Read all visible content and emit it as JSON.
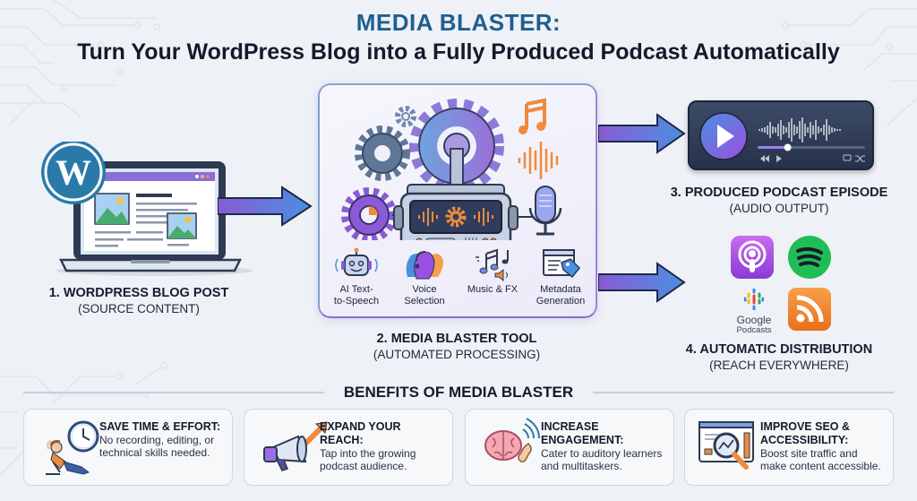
{
  "header": {
    "title": "MEDIA BLASTER:",
    "subtitle": "Turn Your WordPress Blog into a Fully Produced Podcast Automatically"
  },
  "colors": {
    "title_blue": "#1f5f8f",
    "text_dark": "#141a2c",
    "arrow_start": "#8a5bd6",
    "arrow_end": "#4a8fe0",
    "wordpress_blue": "#2a7aa8",
    "accent_orange": "#f08a3c",
    "spotify_green": "#1fbe55",
    "apple_podcasts_purple": "#9b4fe0",
    "rss_orange": "#f07f25"
  },
  "steps": [
    {
      "number": "1.",
      "label": "WORDPRESS BLOG POST",
      "sub": "(SOURCE CONTENT)",
      "icon": "wordpress-laptop-icon"
    },
    {
      "number": "2.",
      "label": "MEDIA BLASTER TOOL",
      "sub": "(AUTOMATED PROCESSING)",
      "icon": "processing-machine-icon"
    },
    {
      "number": "3.",
      "label": "PRODUCED PODCAST EPISODE",
      "sub": "(AUDIO OUTPUT)",
      "icon": "audio-player-icon"
    },
    {
      "number": "4.",
      "label": "AUTOMATIC DISTRIBUTION",
      "sub": "(REACH EVERYWHERE)",
      "icon": "podcast-platforms-icon"
    }
  ],
  "tool_features": [
    {
      "label": "AI Text-to-Speech",
      "line1": "AI Text-",
      "line2": "to-Speech",
      "icon": "robot-icon"
    },
    {
      "label": "Voice Selection",
      "line1": "Voice",
      "line2": "Selection",
      "icon": "voices-icon"
    },
    {
      "label": "Music & FX",
      "line1": "Music & FX",
      "line2": "",
      "icon": "music-notes-icon"
    },
    {
      "label": "Metadata Generation",
      "line1": "Metadata",
      "line2": "Generation",
      "icon": "metadata-tag-icon"
    }
  ],
  "player": {
    "progress": 0.28,
    "controls": [
      "rewind-icon",
      "play-icon",
      "cast-icon",
      "shuffle-icon"
    ]
  },
  "platforms": [
    {
      "name": "Apple Podcasts",
      "icon": "apple-podcasts-icon"
    },
    {
      "name": "Spotify",
      "icon": "spotify-icon"
    },
    {
      "name": "Google Podcasts",
      "line1": "Google",
      "line2": "Podcasts",
      "icon": "google-podcasts-icon"
    },
    {
      "name": "RSS",
      "icon": "rss-icon"
    }
  ],
  "benefits": {
    "heading": "BENEFITS OF MEDIA BLASTER",
    "cards": [
      {
        "title1": "SAVE TIME & EFFORT:",
        "title2": "",
        "desc1": "No recording, editing, or",
        "desc2": "technical skills needed.",
        "icon": "relaxing-clock-icon"
      },
      {
        "title1": "EXPAND YOUR REACH:",
        "title2": "",
        "desc1": "Tap into the growing",
        "desc2": "podcast audience.",
        "icon": "megaphone-icon"
      },
      {
        "title1": "INCREASE",
        "title2": "ENGAGEMENT:",
        "desc1": "Cater to auditory learners",
        "desc2": "and multitaskers.",
        "icon": "brain-ear-icon"
      },
      {
        "title1": "IMPROVE SEO &",
        "title2": "ACCESSIBILITY:",
        "desc1": "Boost site traffic and",
        "desc2": "make content accessible.",
        "icon": "seo-magnifier-icon"
      }
    ]
  }
}
